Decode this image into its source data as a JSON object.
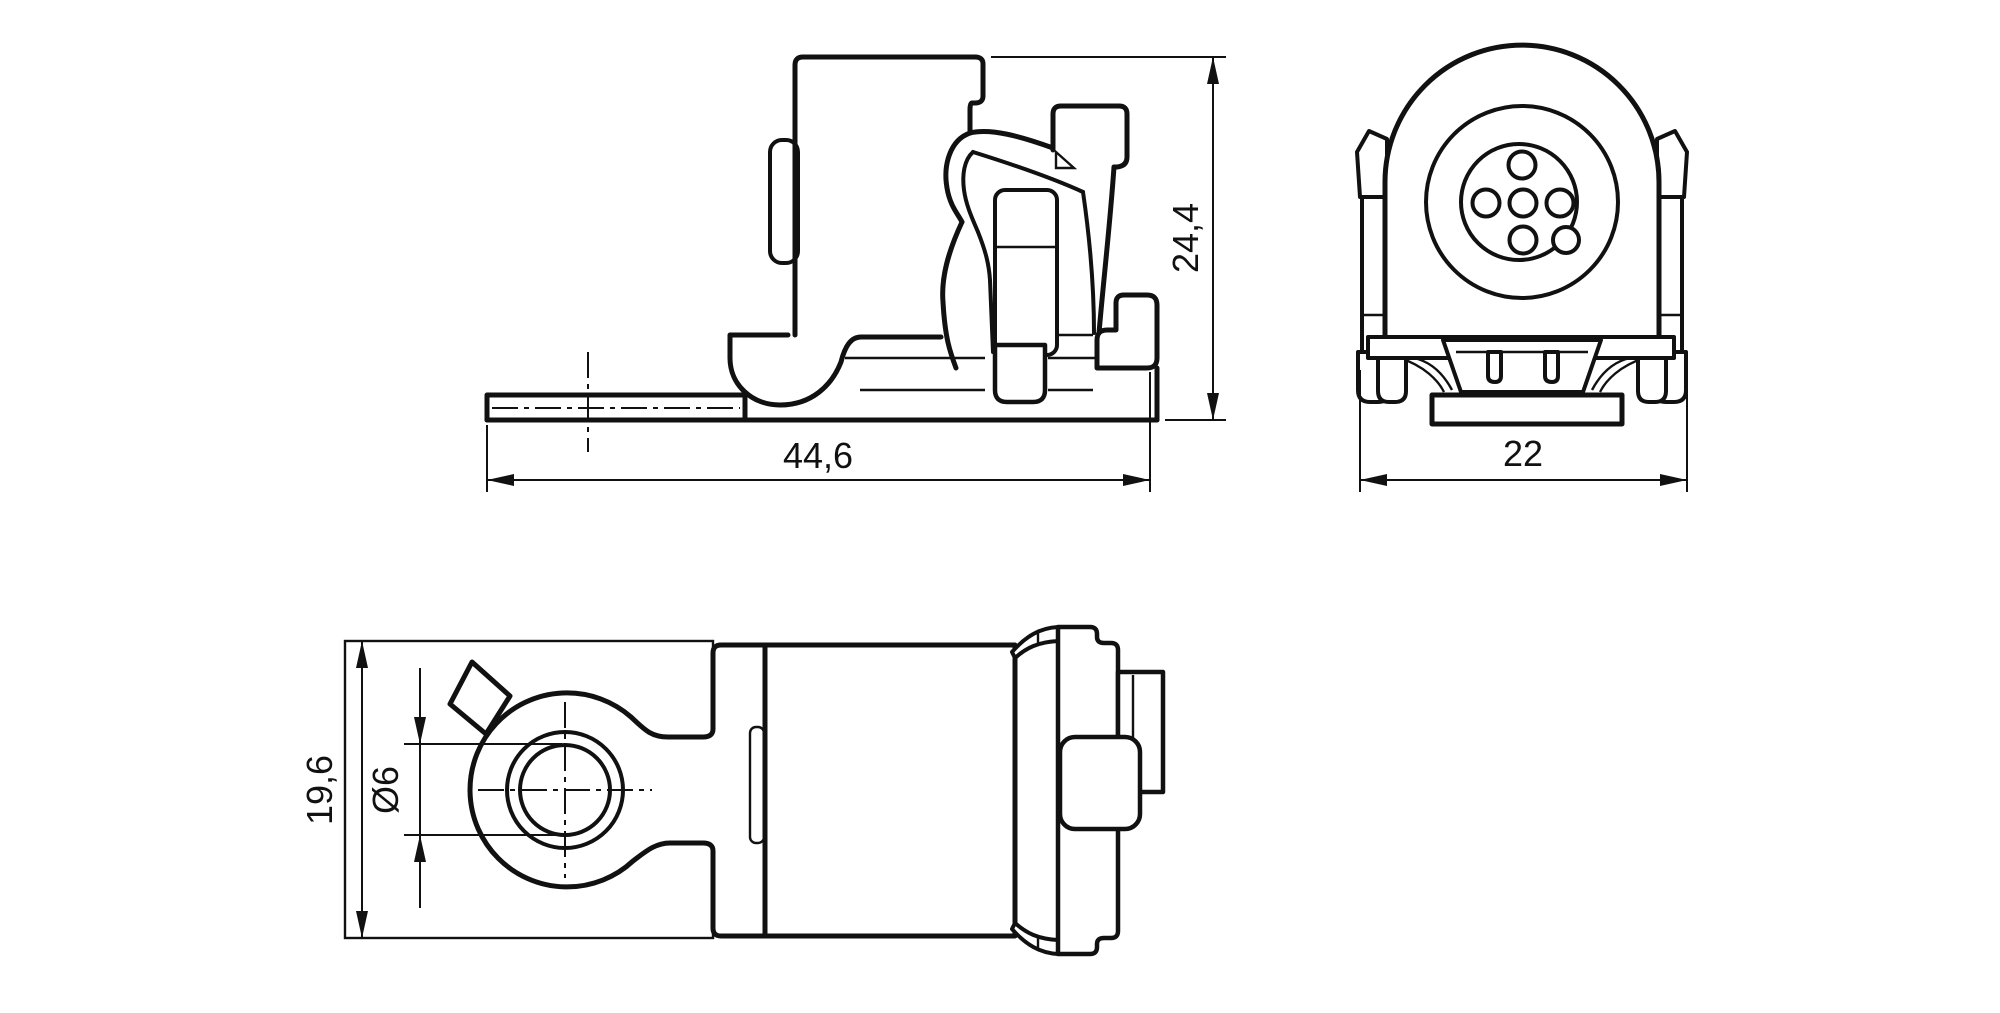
{
  "page": {
    "background": "#ffffff",
    "line_color": "#111111"
  },
  "views": {
    "side": {
      "name": "side-view",
      "dims": {
        "length": {
          "label": "44,6",
          "orientation": "horizontal"
        },
        "height": {
          "label": "24,4",
          "orientation": "vertical"
        }
      }
    },
    "front": {
      "name": "front-view",
      "dims": {
        "width": {
          "label": "22",
          "orientation": "horizontal"
        }
      }
    },
    "bottom": {
      "name": "bottom-view",
      "dims": {
        "plate_width": {
          "label": "19,6",
          "orientation": "vertical"
        },
        "hole_diameter": {
          "label": "Ø6",
          "orientation": "vertical"
        }
      }
    }
  }
}
